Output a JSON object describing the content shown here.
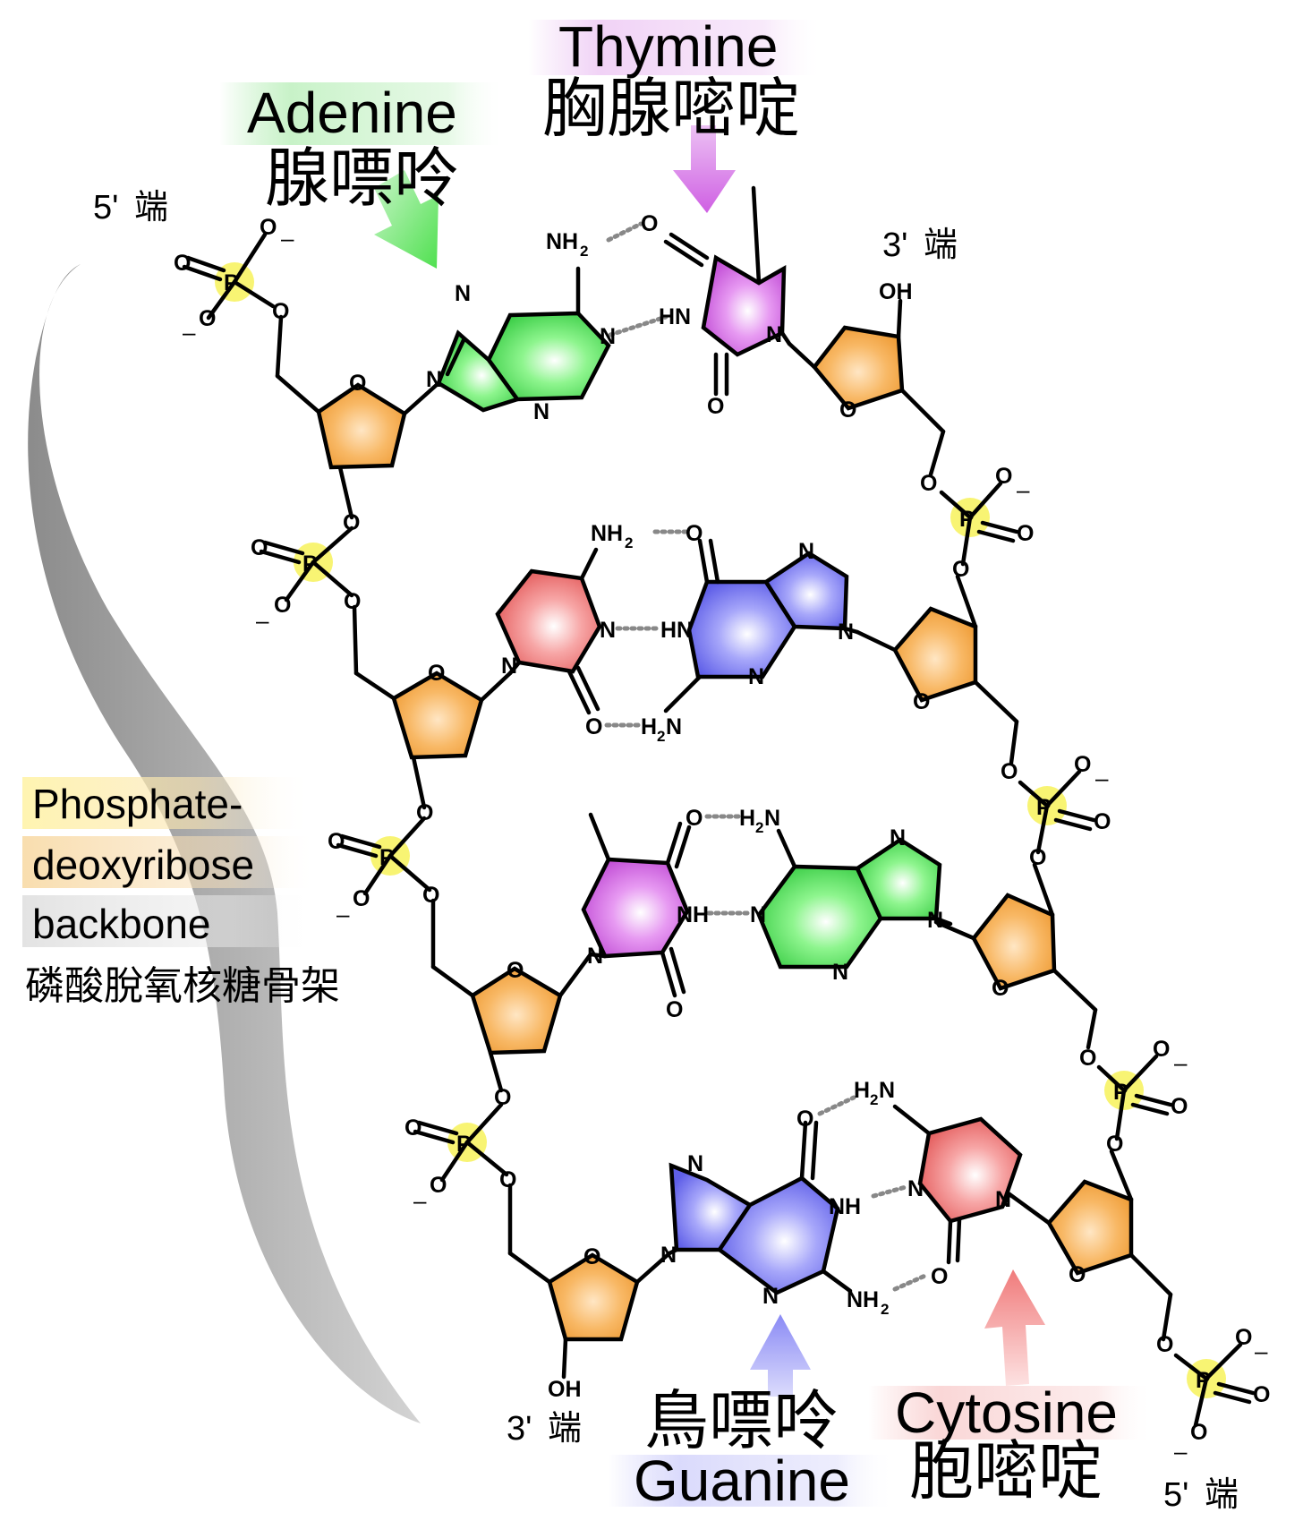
{
  "labels": {
    "adenine": {
      "en": "Adenine",
      "zh": "腺嘌呤"
    },
    "thymine": {
      "en": "Thymine",
      "zh": "胸腺嘧啶"
    },
    "guanine": {
      "en": "Guanine",
      "zh": "鳥嘌呤"
    },
    "cytosine": {
      "en": "Cytosine",
      "zh": "胞嘧啶"
    },
    "backbone": {
      "line1": "Phosphate-",
      "line2": "deoxyribose",
      "line3": "backbone",
      "zh": "磷酸脫氧核糖骨架"
    }
  },
  "ends": {
    "top_left": {
      "num": "5'",
      "zh": "端"
    },
    "top_right": {
      "num": "3'",
      "zh": "端"
    },
    "bottom_left": {
      "num": "3'",
      "zh": "端"
    },
    "bottom_right": {
      "num": "5'",
      "zh": "端"
    }
  },
  "atoms": {
    "O": "O",
    "N": "N",
    "P": "P",
    "OH": "OH",
    "NH": "NH",
    "HN": "HN",
    "NH2": "NH",
    "H2N_H": "H",
    "H2N_N": "N",
    "sub2": "2",
    "minus": "–"
  },
  "colors": {
    "adenine": "#5fe65f",
    "thymine": "#d86be6",
    "guanine": "#7b7bf2",
    "cytosine": "#f07b7b",
    "sugar": "#f5a64a",
    "phosphate": "#f7f25a"
  }
}
